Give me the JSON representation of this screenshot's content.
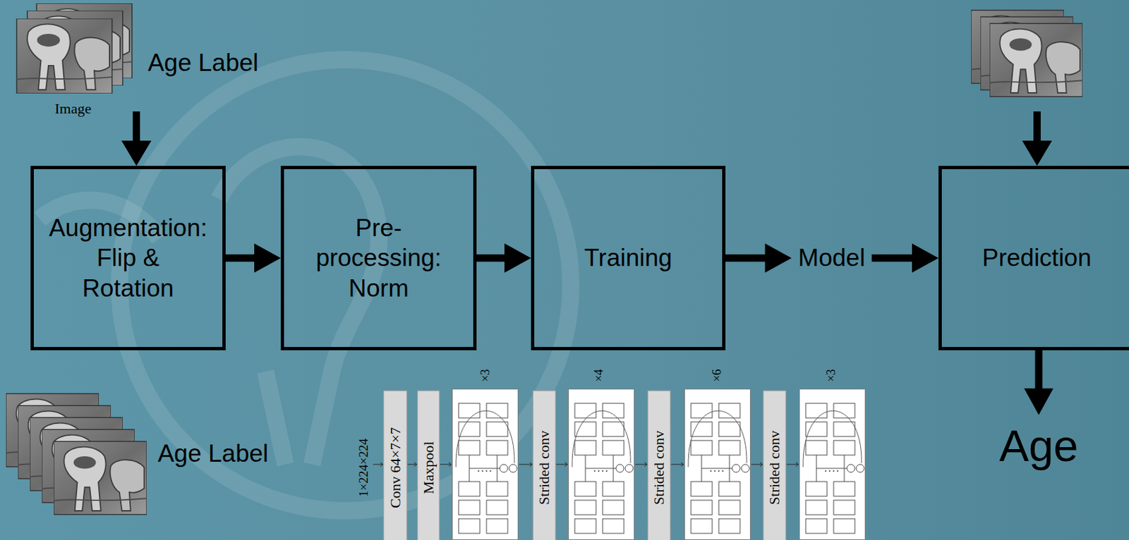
{
  "diagram": {
    "nodes": [
      {
        "text": [
          "Augmentation: Flip & Rotation"
        ]
      },
      {
        "text": [
          "Pre-processing: Norm"
        ]
      },
      {
        "text": [
          "Training"
        ]
      },
      {
        "text": [
          "Model"
        ]
      },
      {
        "text": [
          "Prediction"
        ]
      },
      {
        "text": [
          "Age"
        ]
      }
    ],
    "edges": [
      {
        "from": 0,
        "to": 1,
        "arrow": "to"
      },
      {
        "from": 1,
        "to": 2,
        "arrow": "to"
      },
      {
        "from": 2,
        "to": 3,
        "arrow": "to"
      },
      {
        "from": 3,
        "to": 4,
        "arrow": "to"
      },
      {
        "from": 4,
        "to": 5,
        "arrow": "to"
      }
    ],
    "labels": [
      "Image",
      "Age Label",
      "Age Label",
      "1×224×224",
      "Conv 64×7×7",
      "Maxpool",
      "×3",
      "Strided conv",
      "×4",
      "Strided conv",
      "×6",
      "Strided conv",
      "×3"
    ]
  }
}
